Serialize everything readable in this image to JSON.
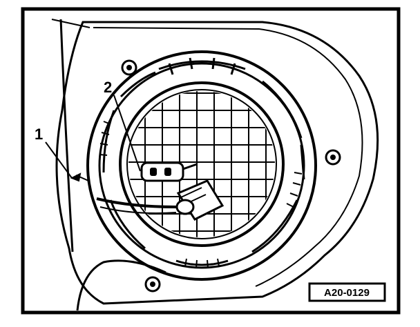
{
  "diagram": {
    "callouts": [
      {
        "label": "1",
        "target": "fuel-tank-flange-seal"
      },
      {
        "label": "2",
        "target": "electrical-connector-lock"
      }
    ],
    "reference_code": "A20-0129"
  },
  "colors": {
    "ink": "#000000",
    "paper": "#ffffff"
  }
}
